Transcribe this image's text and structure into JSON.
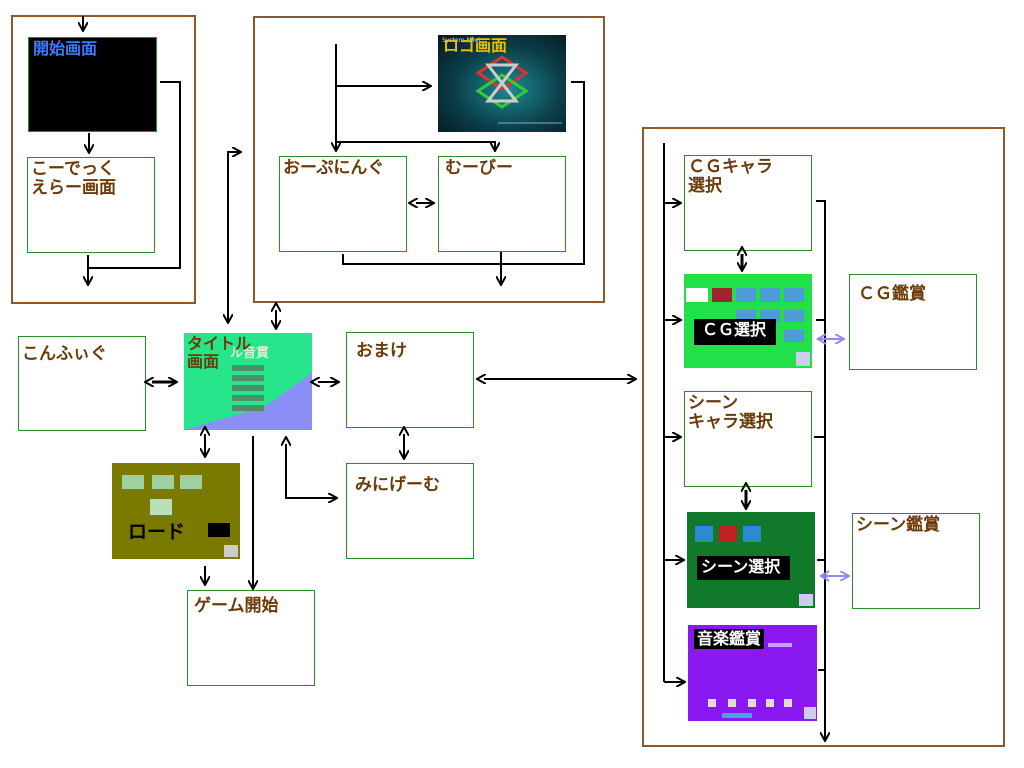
{
  "nodes": {
    "kaishi": "開始画面",
    "creator": "こーでっく\nえらー画面",
    "logo": "ロゴ画面",
    "opening": "おーぷにんぐ",
    "movie": "むーびー",
    "config": "こんふぃぐ",
    "title": "タイトル\n画面",
    "omake": "おまけ",
    "minigame": "みにげーむ",
    "load": "ロード",
    "gamestart": "ゲーム開始",
    "cgchara": "ＣＧキャラ\n選択",
    "cgselect": "ＣＧ選択",
    "cgkansho": "ＣＧ鑑賞",
    "scenechara": "シーン\nキャラ選択",
    "sceneselect": "シーン選択",
    "scenekansho": "シーン鑑賞",
    "music": "音楽鑑賞"
  },
  "title_overlay": "ル音貫",
  "logo_brand": "System-NeeL",
  "colors": {
    "frame": "#8a5a2e",
    "label": "#6b3a07",
    "arrow": "#000000",
    "arrow_light": "#8c8cf0"
  }
}
